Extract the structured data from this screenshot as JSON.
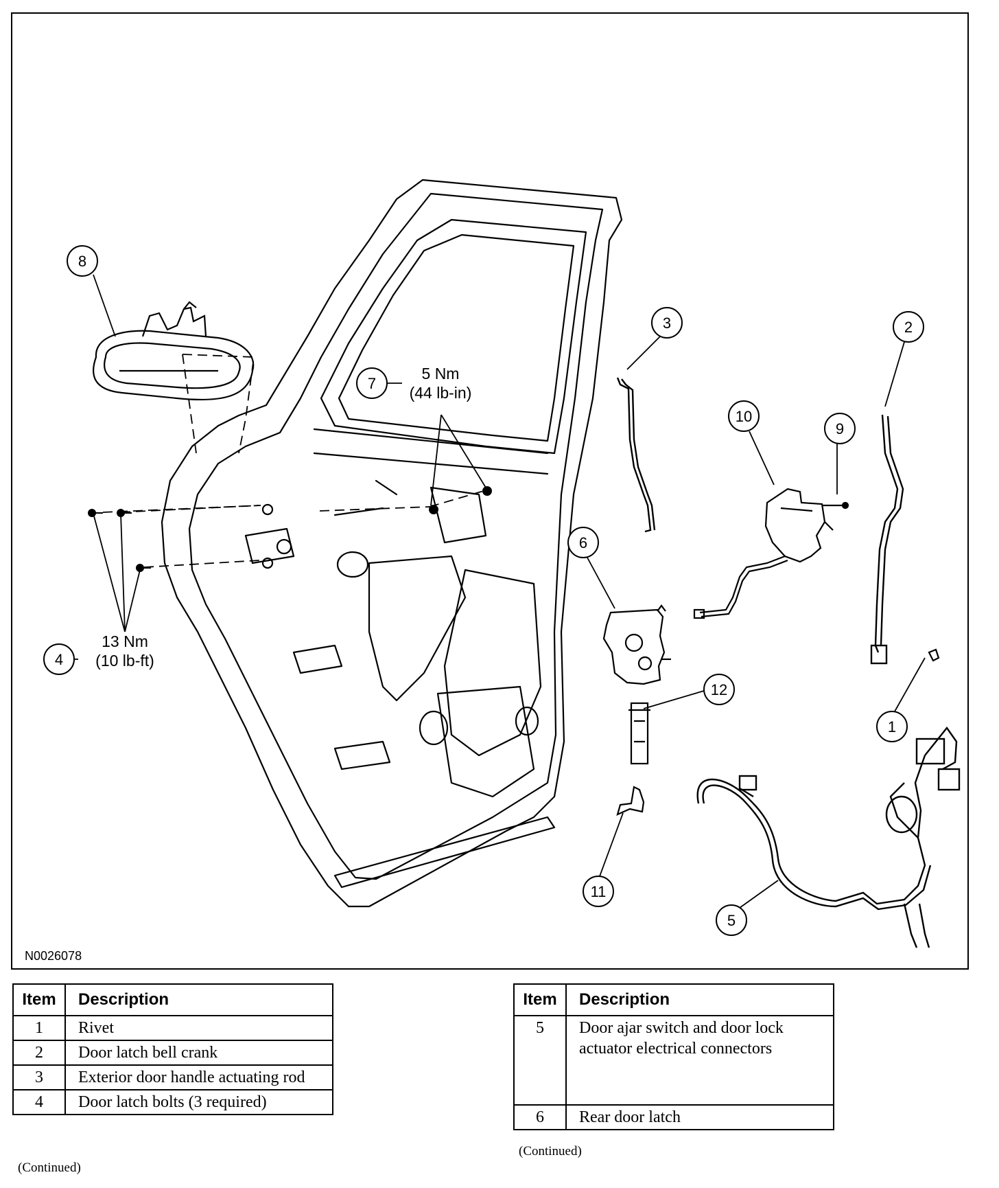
{
  "figure": {
    "id_label": "N0026078",
    "callouts": [
      "1",
      "2",
      "3",
      "4",
      "5",
      "6",
      "7",
      "8",
      "9",
      "10",
      "11",
      "12"
    ],
    "torque_7": {
      "line1": "5 Nm",
      "line2": "(44 lb-in)"
    },
    "torque_4": {
      "line1": "13 Nm",
      "line2": "(10 lb-ft)"
    }
  },
  "table_left": {
    "header": {
      "item": "Item",
      "description": "Description"
    },
    "rows": [
      {
        "item": "1",
        "description": "Rivet"
      },
      {
        "item": "2",
        "description": "Door latch bell crank"
      },
      {
        "item": "3",
        "description": "Exterior door handle actuating rod"
      },
      {
        "item": "4",
        "description": "Door latch bolts (3 required)"
      }
    ],
    "continued": "(Continued)"
  },
  "table_right": {
    "header": {
      "item": "Item",
      "description": "Description"
    },
    "rows": [
      {
        "item": "5",
        "description": "Door ajar switch and door lock actuator electrical connectors"
      },
      {
        "item": "6",
        "description": "Rear door latch"
      }
    ],
    "continued": "(Continued)"
  }
}
